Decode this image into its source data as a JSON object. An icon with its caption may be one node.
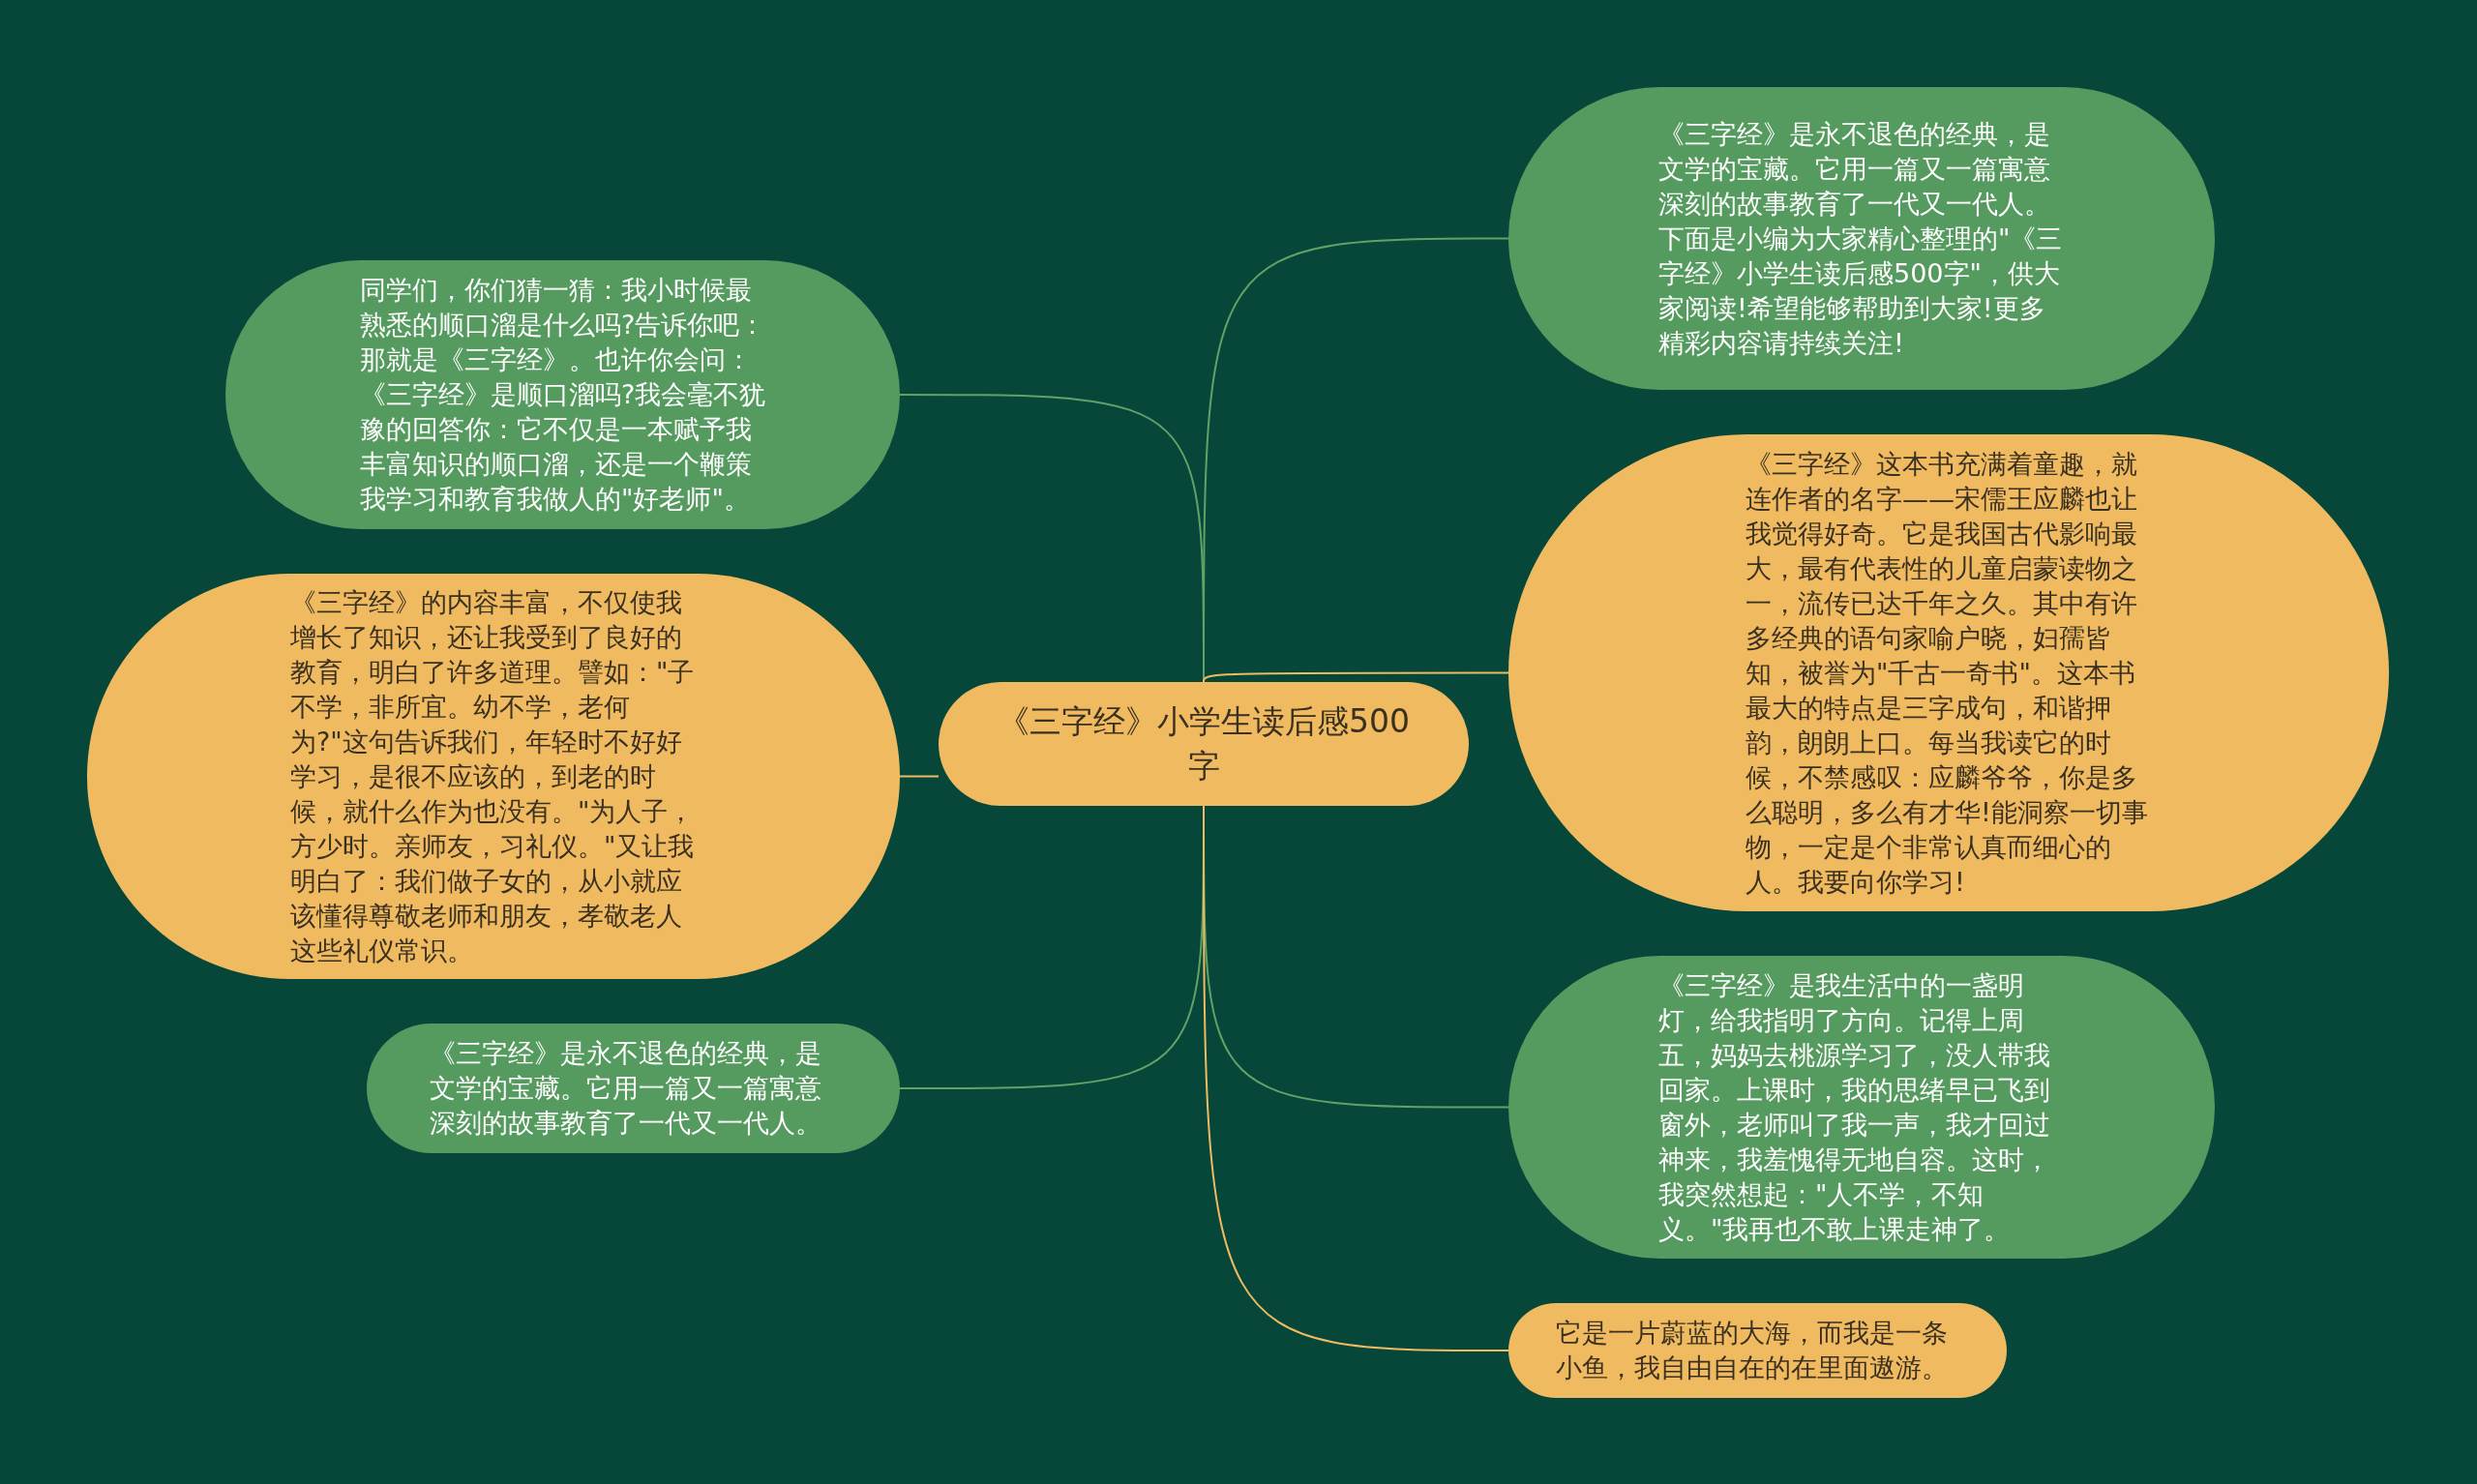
{
  "diagram": {
    "nodes": [
      {
        "text": [
          "《三字经》小学生读后感500字"
        ]
      },
      {
        "text": [
          "同学们，你们猜一猜：我小时候最熟悉的顺口溜是什么吗?告诉你吧：那就是《三字经》。也许你会问：《三字经》是顺口溜吗?我会毫不犹豫的回答你：它不仅是一本赋予我丰富知识的顺口溜，还是一个鞭策我学习和教育我做人的\"好老师\"。"
        ]
      },
      {
        "text": [
          "《三字经》的内容丰富，不仅使我增长了知识，还让我受到了良好的教育，明白了许多道理。譬如：\"子不学，非所宜。幼不学，老何为?\"这句告诉我们，年轻时不好好学习，是很不应该的，到老的时候，就什么作为也没有。\"为人子，方少时。亲师友，习礼仪。\"又让我明白了：我们做子女的，从小就应该懂得尊敬老师和朋友，孝敬老人这些礼仪常识。"
        ]
      },
      {
        "text": [
          "《三字经》是永不退色的经典，是文学的宝藏。它用一篇又一篇寓意深刻的故事教育了一代又一代人。"
        ]
      },
      {
        "text": [
          "《三字经》是永不退色的经典，是文学的宝藏。它用一篇又一篇寓意深刻的故事教育了一代又一代人。下面是小编为大家精心整理的\"《三字经》小学生读后感500字\"，供大家阅读!希望能够帮助到大家!更多精彩内容请持续关注!"
        ]
      },
      {
        "text": [
          "《三字经》这本书充满着童趣，就连作者的名字——宋儒王应麟也让我觉得好奇。它是我国古代影响最大，最有代表性的儿童启蒙读物之一，流传已达千年之久。其中有许多经典的语句家喻户晓，妇孺皆知，被誉为\"千古一奇书\"。这本书最大的特点是三字成句，和谐押韵，朗朗上口。每当我读它的时候，不禁感叹：应麟爷爷，你是多么聪明，多么有才华!能洞察一切事物，一定是个非常认真而细心的人。我要向你学习!"
        ]
      },
      {
        "text": [
          "《三字经》是我生活中的一盏明灯，给我指明了方向。记得上周五，妈妈去桃源学习了，没人带我回家。上课时，我的思绪早已飞到窗外，老师叫了我一声，我才回过神来，我羞愧得无地自容。这时，我突然想起：\"人不学，不知义。\"我再也不敢上课走神了。"
        ]
      },
      {
        "text": [
          "它是一片蔚蓝的大海，而我是一条小鱼，我自由自在的在里面遨游。"
        ]
      }
    ],
    "edges": [
      {
        "from": 0,
        "to": 1,
        "arrow": "none"
      },
      {
        "from": 0,
        "to": 2,
        "arrow": "none",
        "color": "#f0bb60"
      },
      {
        "from": 0,
        "to": 3,
        "arrow": "none"
      },
      {
        "from": 0,
        "to": 4,
        "arrow": "none"
      },
      {
        "from": 0,
        "to": 5,
        "arrow": "none",
        "color": "#f0bb60"
      },
      {
        "from": 0,
        "to": 6,
        "arrow": "none"
      },
      {
        "from": 0,
        "to": 7,
        "arrow": "none",
        "color": "#f0bb60"
      }
    ]
  }
}
